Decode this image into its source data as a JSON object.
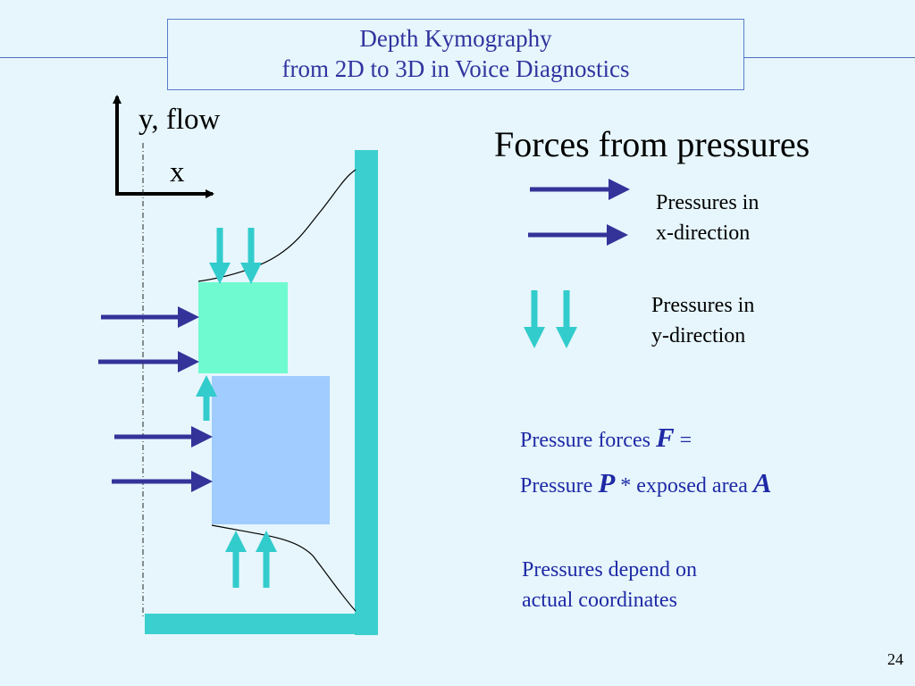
{
  "slide": {
    "title_line1": "Depth Kymography",
    "title_line2": "from 2D to 3D in Voice Diagnostics",
    "page_number": "24"
  },
  "axes": {
    "y_label": "y, flow",
    "x_label": "x"
  },
  "right_panel": {
    "heading": "Forces from pressures",
    "legend_x": [
      "Pressures in",
      "x-direction"
    ],
    "legend_y": [
      "Pressures in",
      "y-direction"
    ],
    "formula": {
      "part1": "Pressure forces ",
      "F": "F",
      "eq": " =",
      "part2": "Pressure ",
      "P": "P",
      "part3": " * exposed area ",
      "A": "A"
    },
    "note": [
      "Pressures depend on",
      "actual coordinates"
    ]
  },
  "colors": {
    "background": "#e6f6fc",
    "title_text": "#33339f",
    "wall": "#3ccfcf",
    "upper_mass": "#70fad0",
    "lower_mass": "#a0ccff",
    "arrow_x": "#333399",
    "arrow_y": "#33cccc",
    "formula_text": "#1f2aa6"
  }
}
